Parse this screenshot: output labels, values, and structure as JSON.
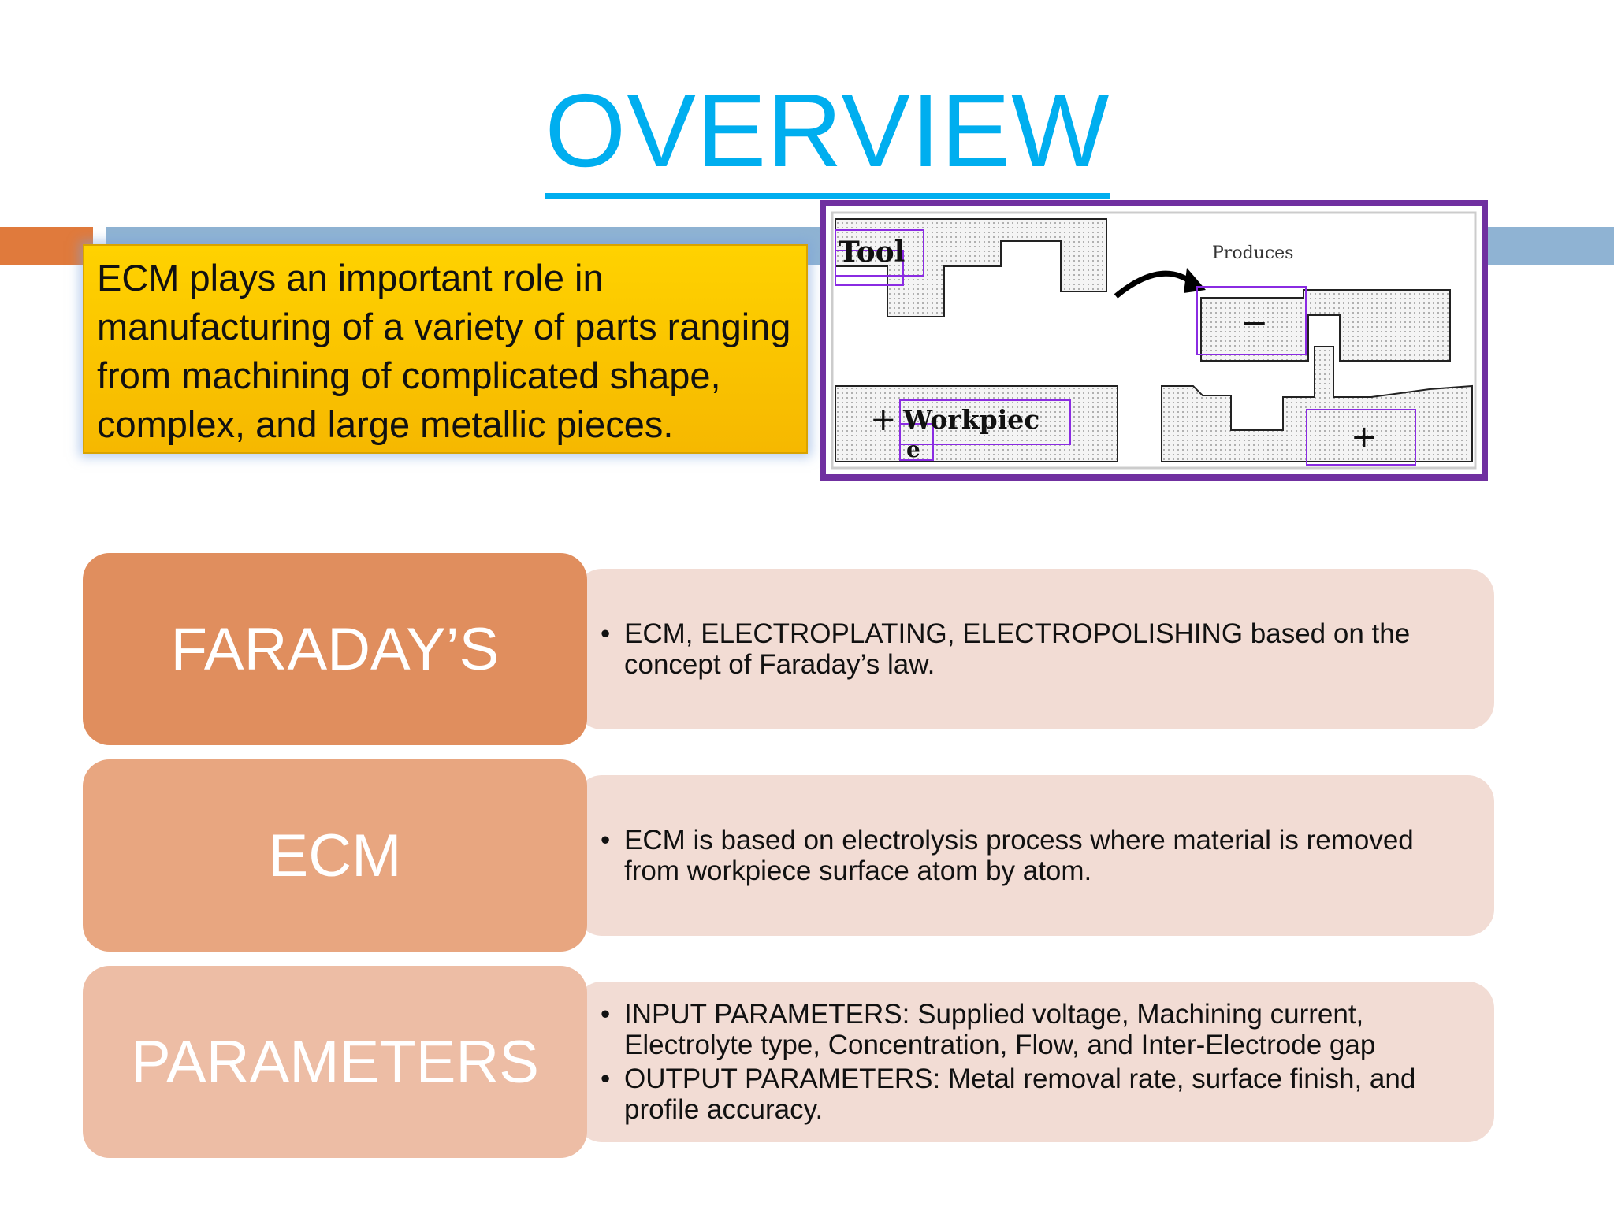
{
  "title": "OVERVIEW",
  "callout": "ECM plays an important role in manufacturing of a variety of parts ranging from machining of complicated shape, complex, and large metallic pieces.",
  "figure": {
    "tool": "Tool",
    "produces": "Produces",
    "workpiece": "Workpiec",
    "workpiece_e": "e",
    "plus": "+",
    "minus": "−"
  },
  "rows": [
    {
      "label": "FARADAY’S",
      "color": "#E08E5E",
      "bullets": [
        "ECM, ELECTROPLATING, ELECTROPOLISHING based on the concept of Faraday’s law."
      ]
    },
    {
      "label": "ECM",
      "color": "#E8A680",
      "bullets": [
        "ECM is based on electrolysis process where material is removed from workpiece surface atom by atom."
      ]
    },
    {
      "label": "PARAMETERS",
      "color": "#EDBDA5",
      "bullets": [
        "INPUT PARAMETERS: Supplied voltage, Machining current, Electrolyte type, Concentration, Flow, and Inter-Electrode gap",
        "OUTPUT PARAMETERS:  Metal removal rate, surface finish, and profile accuracy."
      ]
    }
  ]
}
